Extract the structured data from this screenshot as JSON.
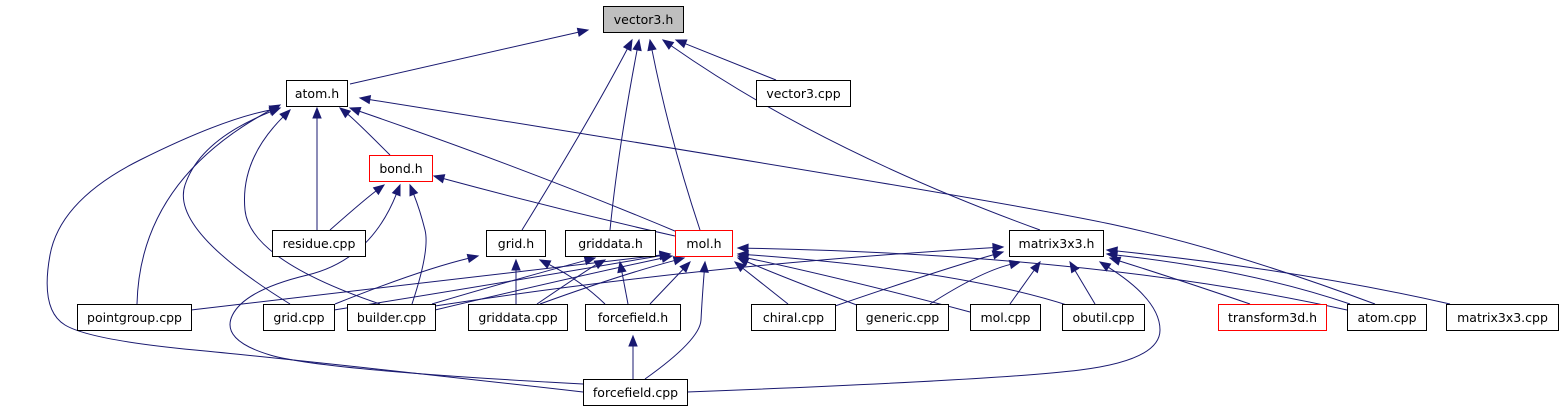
{
  "colors": {
    "edge": "#191970",
    "border_default": "#000000",
    "border_highlight": "#ff0000",
    "root_fill": "#bfbfbf",
    "node_fill": "#ffffff"
  },
  "nodes": [
    {
      "id": "vector3_h",
      "label": "vector3.h",
      "style": "root"
    },
    {
      "id": "atom_h",
      "label": "atom.h",
      "style": "normal"
    },
    {
      "id": "vector3_cpp",
      "label": "vector3.cpp",
      "style": "normal"
    },
    {
      "id": "bond_h",
      "label": "bond.h",
      "style": "highlight"
    },
    {
      "id": "residue_cpp",
      "label": "residue.cpp",
      "style": "normal"
    },
    {
      "id": "grid_h",
      "label": "grid.h",
      "style": "normal"
    },
    {
      "id": "griddata_h",
      "label": "griddata.h",
      "style": "normal"
    },
    {
      "id": "mol_h",
      "label": "mol.h",
      "style": "highlight"
    },
    {
      "id": "matrix3x3_h",
      "label": "matrix3x3.h",
      "style": "normal"
    },
    {
      "id": "pointgroup_cpp",
      "label": "pointgroup.cpp",
      "style": "normal"
    },
    {
      "id": "grid_cpp",
      "label": "grid.cpp",
      "style": "normal"
    },
    {
      "id": "builder_cpp",
      "label": "builder.cpp",
      "style": "normal"
    },
    {
      "id": "griddata_cpp",
      "label": "griddata.cpp",
      "style": "normal"
    },
    {
      "id": "forcefield_h",
      "label": "forcefield.h",
      "style": "normal"
    },
    {
      "id": "chiral_cpp",
      "label": "chiral.cpp",
      "style": "normal"
    },
    {
      "id": "generic_cpp",
      "label": "generic.cpp",
      "style": "normal"
    },
    {
      "id": "mol_cpp",
      "label": "mol.cpp",
      "style": "normal"
    },
    {
      "id": "obutil_cpp",
      "label": "obutil.cpp",
      "style": "normal"
    },
    {
      "id": "transform3d_h",
      "label": "transform3d.h",
      "style": "highlight"
    },
    {
      "id": "atom_cpp",
      "label": "atom.cpp",
      "style": "normal"
    },
    {
      "id": "matrix3x3_cpp",
      "label": "matrix3x3.cpp",
      "style": "normal"
    },
    {
      "id": "forcefield_cpp",
      "label": "forcefield.cpp",
      "style": "normal"
    }
  ],
  "edges": [
    {
      "from": "atom_h",
      "to": "vector3_h"
    },
    {
      "from": "vector3_cpp",
      "to": "vector3_h"
    },
    {
      "from": "grid_h",
      "to": "vector3_h"
    },
    {
      "from": "griddata_h",
      "to": "vector3_h"
    },
    {
      "from": "mol_h",
      "to": "vector3_h"
    },
    {
      "from": "matrix3x3_h",
      "to": "vector3_h"
    },
    {
      "from": "bond_h",
      "to": "atom_h"
    },
    {
      "from": "residue_cpp",
      "to": "atom_h"
    },
    {
      "from": "mol_h",
      "to": "atom_h"
    },
    {
      "from": "pointgroup_cpp",
      "to": "atom_h"
    },
    {
      "from": "grid_cpp",
      "to": "atom_h"
    },
    {
      "from": "builder_cpp",
      "to": "atom_h"
    },
    {
      "from": "forcefield_cpp",
      "to": "atom_h"
    },
    {
      "from": "atom_cpp",
      "to": "atom_h"
    },
    {
      "from": "residue_cpp",
      "to": "bond_h"
    },
    {
      "from": "mol_h",
      "to": "bond_h"
    },
    {
      "from": "builder_cpp",
      "to": "bond_h"
    },
    {
      "from": "forcefield_cpp",
      "to": "bond_h"
    },
    {
      "from": "grid_cpp",
      "to": "grid_h"
    },
    {
      "from": "griddata_cpp",
      "to": "grid_h"
    },
    {
      "from": "forcefield_h",
      "to": "grid_h"
    },
    {
      "from": "griddata_cpp",
      "to": "griddata_h"
    },
    {
      "from": "builder_cpp",
      "to": "griddata_h"
    },
    {
      "from": "forcefield_h",
      "to": "griddata_h"
    },
    {
      "from": "pointgroup_cpp",
      "to": "mol_h"
    },
    {
      "from": "grid_cpp",
      "to": "mol_h"
    },
    {
      "from": "builder_cpp",
      "to": "mol_h"
    },
    {
      "from": "griddata_cpp",
      "to": "mol_h"
    },
    {
      "from": "forcefield_h",
      "to": "mol_h"
    },
    {
      "from": "chiral_cpp",
      "to": "mol_h"
    },
    {
      "from": "generic_cpp",
      "to": "mol_h"
    },
    {
      "from": "mol_cpp",
      "to": "mol_h"
    },
    {
      "from": "obutil_cpp",
      "to": "mol_h"
    },
    {
      "from": "forcefield_cpp",
      "to": "mol_h"
    },
    {
      "from": "atom_cpp",
      "to": "mol_h"
    },
    {
      "from": "builder_cpp",
      "to": "matrix3x3_h"
    },
    {
      "from": "chiral_cpp",
      "to": "matrix3x3_h"
    },
    {
      "from": "generic_cpp",
      "to": "matrix3x3_h"
    },
    {
      "from": "mol_cpp",
      "to": "matrix3x3_h"
    },
    {
      "from": "obutil_cpp",
      "to": "matrix3x3_h"
    },
    {
      "from": "transform3d_h",
      "to": "matrix3x3_h"
    },
    {
      "from": "atom_cpp",
      "to": "matrix3x3_h"
    },
    {
      "from": "matrix3x3_cpp",
      "to": "matrix3x3_h"
    },
    {
      "from": "forcefield_cpp",
      "to": "matrix3x3_h"
    },
    {
      "from": "forcefield_cpp",
      "to": "forcefield_h"
    }
  ]
}
